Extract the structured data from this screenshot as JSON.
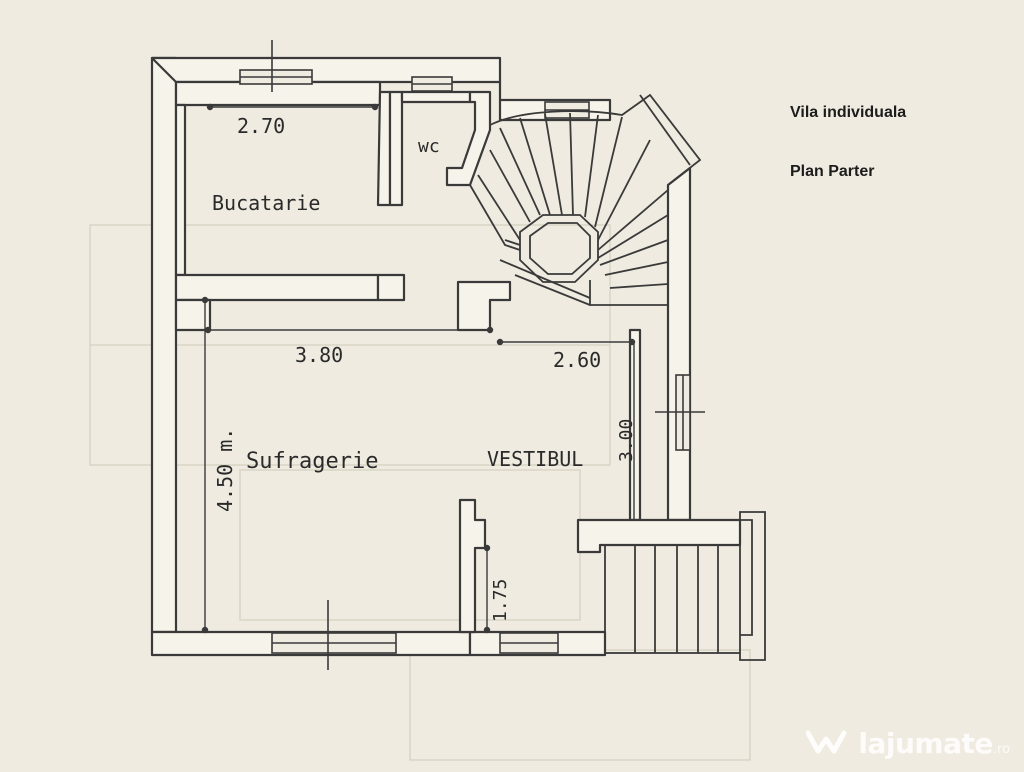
{
  "captions": {
    "title": "Vila individuala",
    "subtitle": "Plan Parter"
  },
  "rooms": {
    "kitchen": "Bucatarie",
    "wc": "wc",
    "living": "Sufragerie",
    "hall": "VESTIBUL"
  },
  "dimensions": {
    "kitchen_width": "2.70",
    "living_width": "3.80",
    "hall_width": "2.60",
    "living_depth": "4.50 m.",
    "hall_depth": "3.00",
    "niche_depth": "1.75"
  },
  "watermark": {
    "brand": "lajumate",
    "tld": ".ro"
  },
  "colors": {
    "paper": "#efebe0",
    "ink": "#3a3a3a",
    "wall_fill": "#f6f3ea"
  }
}
